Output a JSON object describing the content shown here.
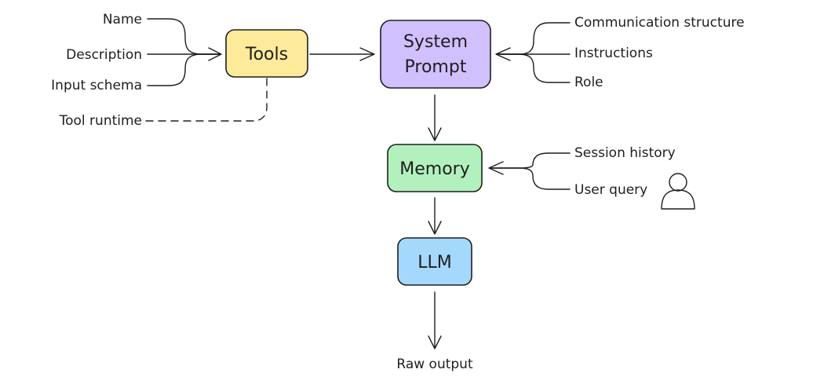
{
  "colors": {
    "tools": "#fdea9b",
    "system_prompt": "#d0c0fd",
    "memory": "#b2f1bd",
    "llm": "#a5d8fd",
    "runtime_text": "#e8590c",
    "stroke": "#1e1e1e"
  },
  "nodes": {
    "tools": "Tools",
    "system_prompt_line1": "System",
    "system_prompt_line2": "Prompt",
    "memory": "Memory",
    "llm": "LLM"
  },
  "tool_inputs": [
    "Name",
    "Description",
    "Input schema"
  ],
  "tool_runtime": "Tool runtime",
  "prompt_inputs": [
    "Communication structure",
    "Instructions",
    "Role"
  ],
  "memory_inputs": [
    "Session history",
    "User query"
  ],
  "output": "Raw output",
  "icons": {
    "user": "user-icon"
  }
}
